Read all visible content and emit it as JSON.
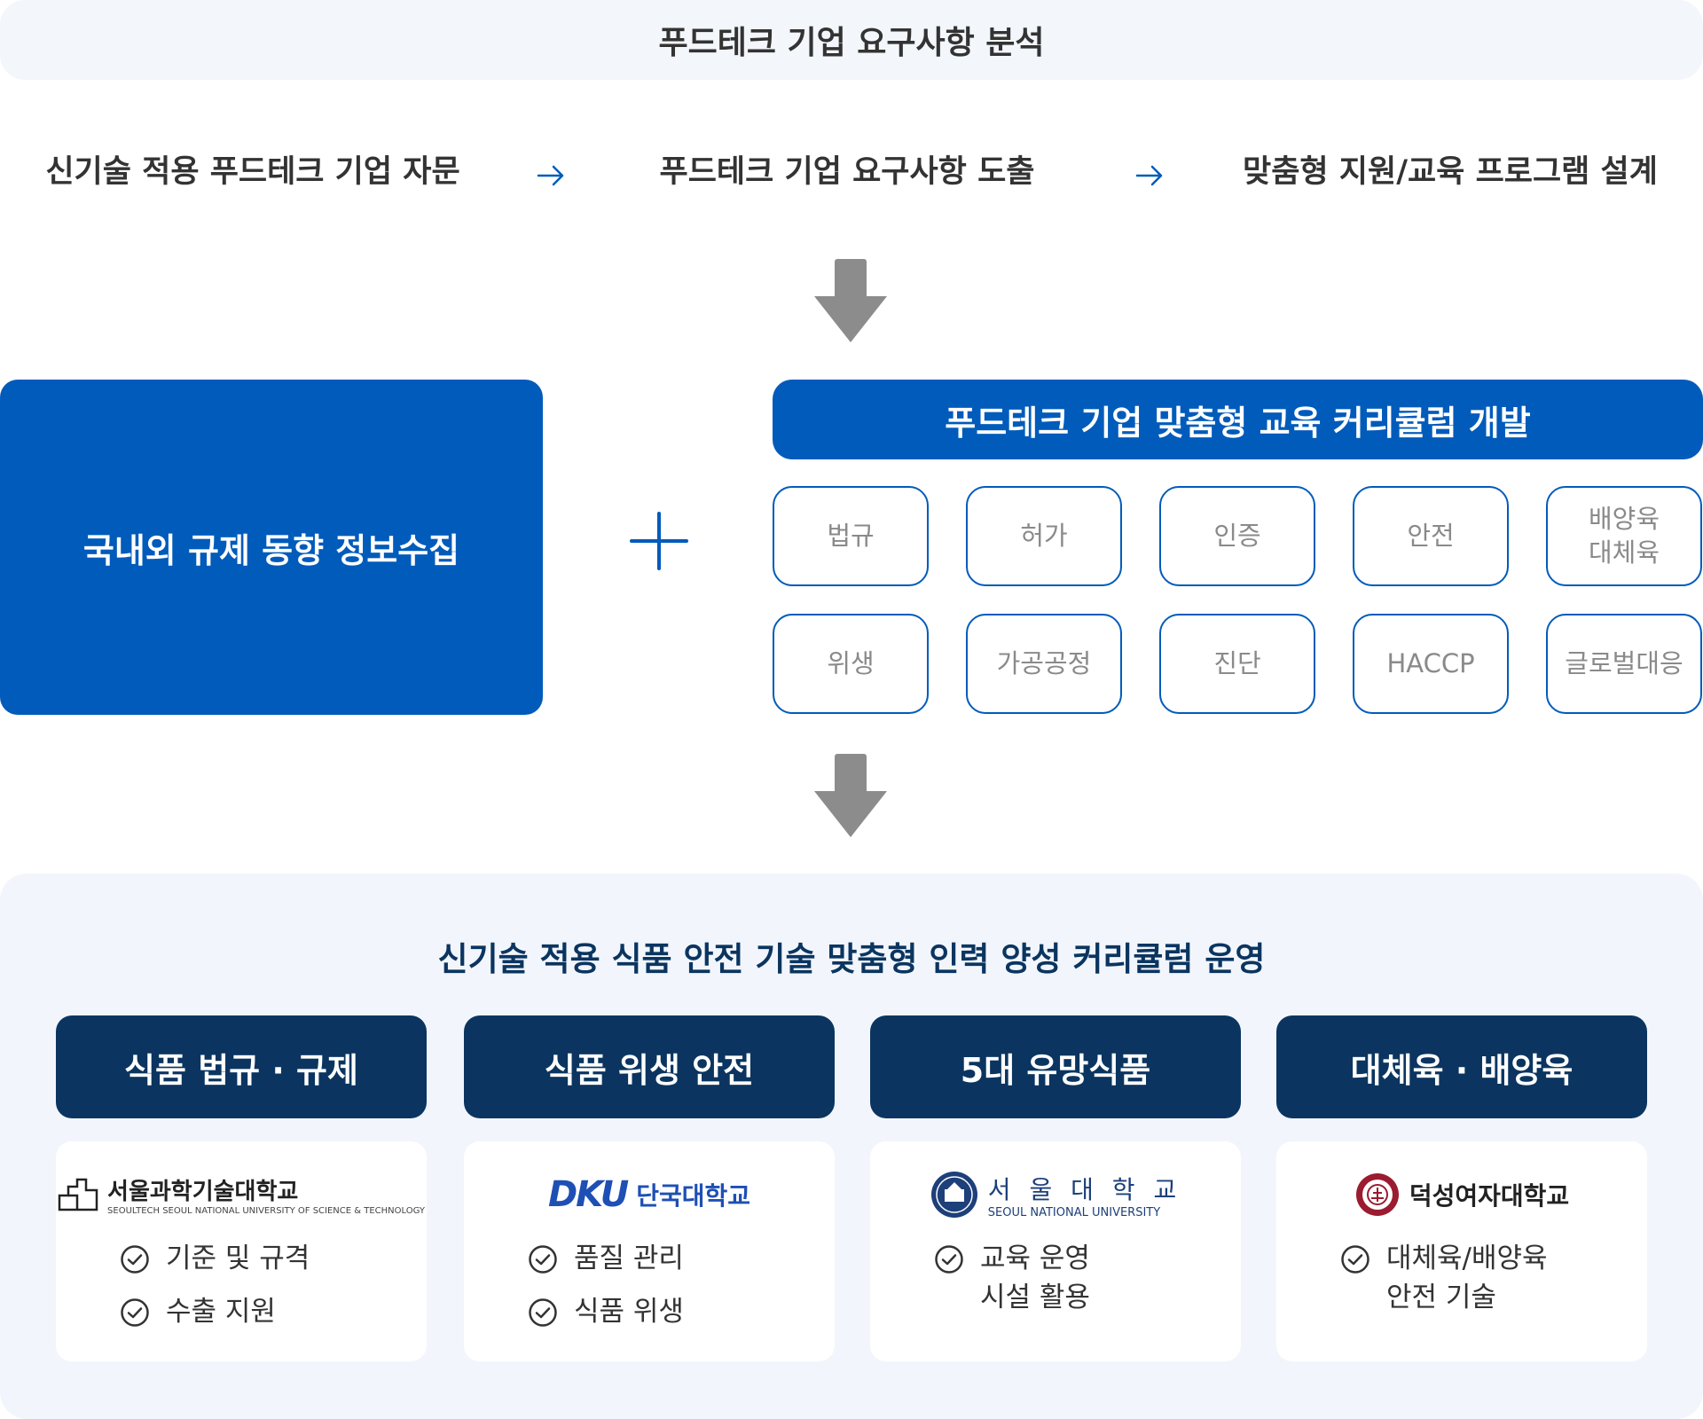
{
  "top_title": "푸드테크 기업 요구사항 분석",
  "steps": [
    "신기술 적용 푸드테크 기업 자문",
    "푸드테크 기업 요구사항 도출",
    "맞춤형 지원/교육 프로그램 설계"
  ],
  "info_box": "국내외 규제 동향 정보수집",
  "dev_header": "푸드테크 기업 맞춤형 교육 커리큘럼 개발",
  "topics": [
    "법규",
    "허가",
    "인증",
    "안전",
    "배양육\n대체육",
    "위생",
    "가공공정",
    "진단",
    "HACCP",
    "글로벌대응"
  ],
  "bottom_title": "신기술 적용 식품 안전 기술 맞춤형 인력 양성 커리큘럼 운영",
  "columns": [
    {
      "header": "식품 법규 · 규제",
      "logo_name": "서울과학기술대학교",
      "logo_sub": "SEOULTECH  SEOUL NATIONAL UNIVERSITY OF SCIENCE & TECHNOLOGY",
      "items": [
        "기준 및 규격",
        "수출 지원"
      ]
    },
    {
      "header": "식품 위생 안전",
      "logo_mark": "DKU",
      "logo_name": "단국대학교",
      "items": [
        "품질 관리",
        "식품 위생"
      ]
    },
    {
      "header": "5대 유망식품",
      "logo_name": "서 울 대 학 교",
      "logo_sub": "SEOUL NATIONAL UNIVERSITY",
      "items": [
        "교육 운영\n시설 활용"
      ]
    },
    {
      "header": "대체육 · 배양육",
      "logo_name": "덕성여자대학교",
      "items": [
        "대체육/배양육\n안전 기술"
      ]
    }
  ],
  "colors": {
    "primary_blue": "#005bbb",
    "navy": "#0b3560",
    "arrow_gray": "#8c8c8c",
    "panel_bg": "#f2f6fc"
  },
  "icons": [
    "arrow-right-icon",
    "arrow-down-icon",
    "plus-icon",
    "check-circle-icon"
  ]
}
